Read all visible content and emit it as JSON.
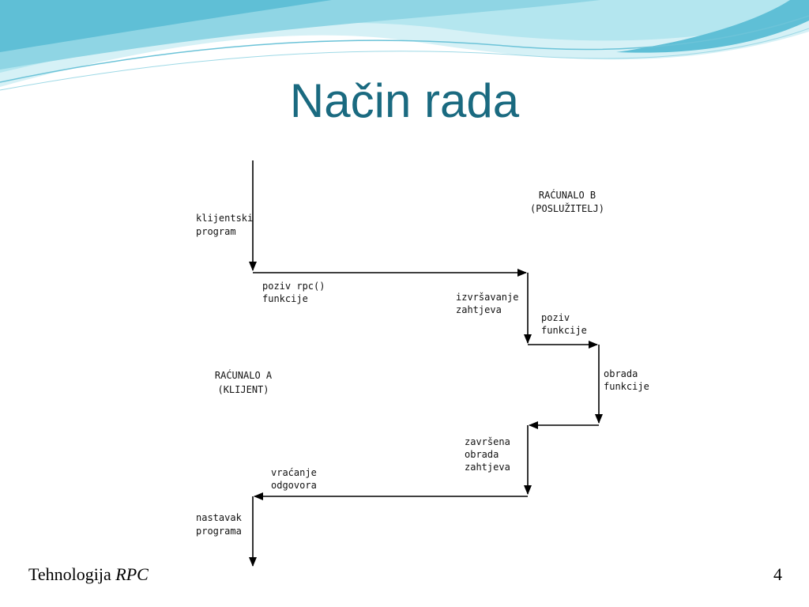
{
  "slide": {
    "title": "Način rada",
    "footer_text": "Tehnologija",
    "footer_emphasis": "RPC",
    "page_number": "4"
  },
  "colors": {
    "title": "#1a6a80",
    "wave_light": "#d6f1f6",
    "wave_mid": "#9fdde9",
    "wave_dark": "#4fb6cf"
  },
  "diagram": {
    "computer_b": [
      "RAĆUNALO B",
      "(POSLUŽITELJ)"
    ],
    "computer_a": [
      "RAĆUNALO A",
      "(KLIJENT)"
    ],
    "client_program": [
      "klijentski",
      "program"
    ],
    "rpc_call": [
      "poziv rpc()",
      "funkcije"
    ],
    "request_execution": [
      "izvršavanje",
      "zahtjeva"
    ],
    "function_call": [
      "poziv",
      "funkcije"
    ],
    "function_processing": [
      "obrada",
      "funkcije"
    ],
    "request_completed": [
      "završena",
      "obrada",
      "zahtjeva"
    ],
    "response_return": [
      "vraćanje",
      "odgovora"
    ],
    "program_continue": [
      "nastavak",
      "programa"
    ]
  }
}
